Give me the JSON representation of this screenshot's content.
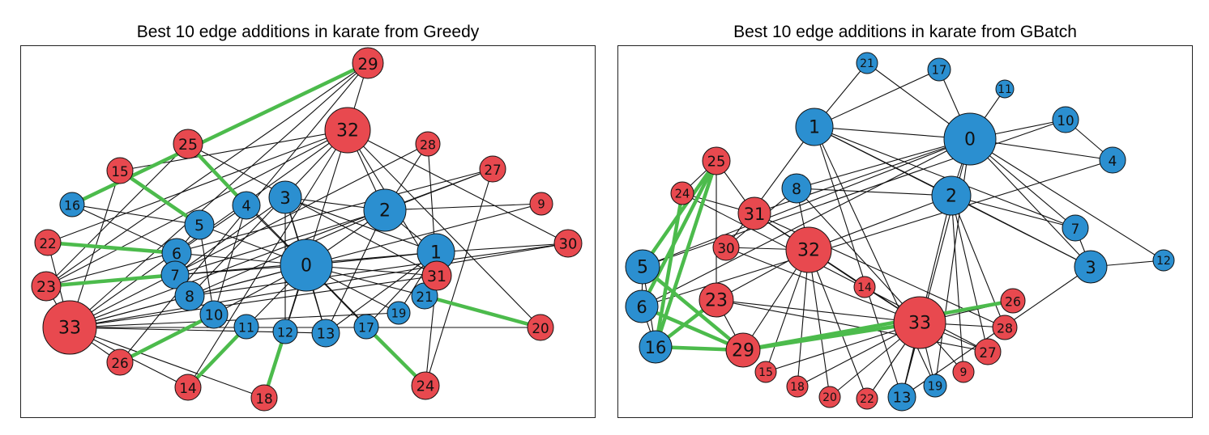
{
  "colors": {
    "red": "#e8494f",
    "blue": "#2b8fd0",
    "added": "#4cbb4c",
    "edge": "#111111"
  },
  "panels": [
    {
      "title": "Best 10 edge additions in karate from Greedy",
      "red_nodes": [
        33,
        29,
        32,
        25,
        15,
        22,
        23,
        26,
        14,
        18,
        28,
        27,
        9,
        30,
        31,
        20,
        24
      ],
      "edges": [
        [
          0,
          1
        ],
        [
          0,
          2
        ],
        [
          0,
          3
        ],
        [
          0,
          4
        ],
        [
          0,
          5
        ],
        [
          0,
          6
        ],
        [
          0,
          7
        ],
        [
          0,
          8
        ],
        [
          0,
          10
        ],
        [
          0,
          11
        ],
        [
          0,
          12
        ],
        [
          0,
          13
        ],
        [
          0,
          17
        ],
        [
          0,
          19
        ],
        [
          0,
          21
        ],
        [
          0,
          31
        ],
        [
          1,
          2
        ],
        [
          1,
          3
        ],
        [
          1,
          7
        ],
        [
          1,
          13
        ],
        [
          1,
          17
        ],
        [
          1,
          19
        ],
        [
          1,
          21
        ],
        [
          1,
          30
        ],
        [
          2,
          3
        ],
        [
          2,
          7
        ],
        [
          2,
          8
        ],
        [
          2,
          9
        ],
        [
          2,
          13
        ],
        [
          2,
          27
        ],
        [
          2,
          28
        ],
        [
          2,
          32
        ],
        [
          3,
          7
        ],
        [
          3,
          12
        ],
        [
          3,
          13
        ],
        [
          4,
          6
        ],
        [
          4,
          10
        ],
        [
          5,
          6
        ],
        [
          5,
          10
        ],
        [
          5,
          16
        ],
        [
          6,
          16
        ],
        [
          8,
          30
        ],
        [
          8,
          32
        ],
        [
          8,
          33
        ],
        [
          9,
          33
        ],
        [
          13,
          33
        ],
        [
          14,
          32
        ],
        [
          14,
          33
        ],
        [
          15,
          32
        ],
        [
          15,
          33
        ],
        [
          18,
          32
        ],
        [
          18,
          33
        ],
        [
          19,
          33
        ],
        [
          20,
          32
        ],
        [
          20,
          33
        ],
        [
          22,
          32
        ],
        [
          22,
          33
        ],
        [
          23,
          25
        ],
        [
          23,
          27
        ],
        [
          23,
          29
        ],
        [
          23,
          32
        ],
        [
          23,
          33
        ],
        [
          24,
          25
        ],
        [
          24,
          27
        ],
        [
          24,
          31
        ],
        [
          25,
          31
        ],
        [
          26,
          29
        ],
        [
          26,
          33
        ],
        [
          27,
          33
        ],
        [
          28,
          31
        ],
        [
          28,
          33
        ],
        [
          29,
          32
        ],
        [
          29,
          33
        ],
        [
          30,
          32
        ],
        [
          30,
          33
        ],
        [
          31,
          32
        ],
        [
          31,
          33
        ],
        [
          32,
          33
        ]
      ],
      "added_edges": [
        [
          16,
          29
        ],
        [
          15,
          5
        ],
        [
          25,
          4
        ],
        [
          22,
          6
        ],
        [
          23,
          7
        ],
        [
          26,
          10
        ],
        [
          14,
          11
        ],
        [
          18,
          12
        ],
        [
          17,
          24
        ],
        [
          21,
          20
        ]
      ]
    },
    {
      "title": "Best 10 edge additions in karate from GBatch",
      "red_nodes": [
        25,
        24,
        31,
        30,
        32,
        23,
        14,
        33,
        26,
        28,
        27,
        9,
        29,
        15,
        18,
        20,
        22
      ],
      "edges": [
        [
          0,
          1
        ],
        [
          0,
          2
        ],
        [
          0,
          3
        ],
        [
          0,
          4
        ],
        [
          0,
          5
        ],
        [
          0,
          6
        ],
        [
          0,
          7
        ],
        [
          0,
          8
        ],
        [
          0,
          10
        ],
        [
          0,
          11
        ],
        [
          0,
          12
        ],
        [
          0,
          13
        ],
        [
          0,
          17
        ],
        [
          0,
          19
        ],
        [
          0,
          21
        ],
        [
          0,
          31
        ],
        [
          1,
          2
        ],
        [
          1,
          3
        ],
        [
          1,
          7
        ],
        [
          1,
          13
        ],
        [
          1,
          17
        ],
        [
          1,
          19
        ],
        [
          1,
          21
        ],
        [
          1,
          30
        ],
        [
          2,
          3
        ],
        [
          2,
          7
        ],
        [
          2,
          8
        ],
        [
          2,
          9
        ],
        [
          2,
          13
        ],
        [
          2,
          27
        ],
        [
          2,
          28
        ],
        [
          2,
          32
        ],
        [
          3,
          7
        ],
        [
          3,
          12
        ],
        [
          3,
          13
        ],
        [
          4,
          6
        ],
        [
          4,
          10
        ],
        [
          5,
          6
        ],
        [
          5,
          10
        ],
        [
          5,
          16
        ],
        [
          6,
          16
        ],
        [
          8,
          30
        ],
        [
          8,
          32
        ],
        [
          8,
          33
        ],
        [
          9,
          33
        ],
        [
          13,
          33
        ],
        [
          14,
          32
        ],
        [
          14,
          33
        ],
        [
          15,
          32
        ],
        [
          15,
          33
        ],
        [
          18,
          32
        ],
        [
          18,
          33
        ],
        [
          19,
          33
        ],
        [
          20,
          32
        ],
        [
          20,
          33
        ],
        [
          22,
          32
        ],
        [
          22,
          33
        ],
        [
          23,
          25
        ],
        [
          23,
          27
        ],
        [
          23,
          29
        ],
        [
          23,
          32
        ],
        [
          23,
          33
        ],
        [
          24,
          25
        ],
        [
          24,
          27
        ],
        [
          24,
          31
        ],
        [
          25,
          31
        ],
        [
          26,
          29
        ],
        [
          26,
          33
        ],
        [
          27,
          33
        ],
        [
          28,
          31
        ],
        [
          28,
          33
        ],
        [
          29,
          32
        ],
        [
          29,
          33
        ],
        [
          30,
          32
        ],
        [
          30,
          33
        ],
        [
          31,
          32
        ],
        [
          31,
          33
        ],
        [
          32,
          33
        ]
      ],
      "added_edges": [
        [
          5,
          25
        ],
        [
          6,
          25
        ],
        [
          16,
          25
        ],
        [
          16,
          24
        ],
        [
          5,
          29
        ],
        [
          6,
          29
        ],
        [
          16,
          29
        ],
        [
          16,
          23
        ],
        [
          29,
          33
        ],
        [
          29,
          26
        ]
      ]
    }
  ]
}
